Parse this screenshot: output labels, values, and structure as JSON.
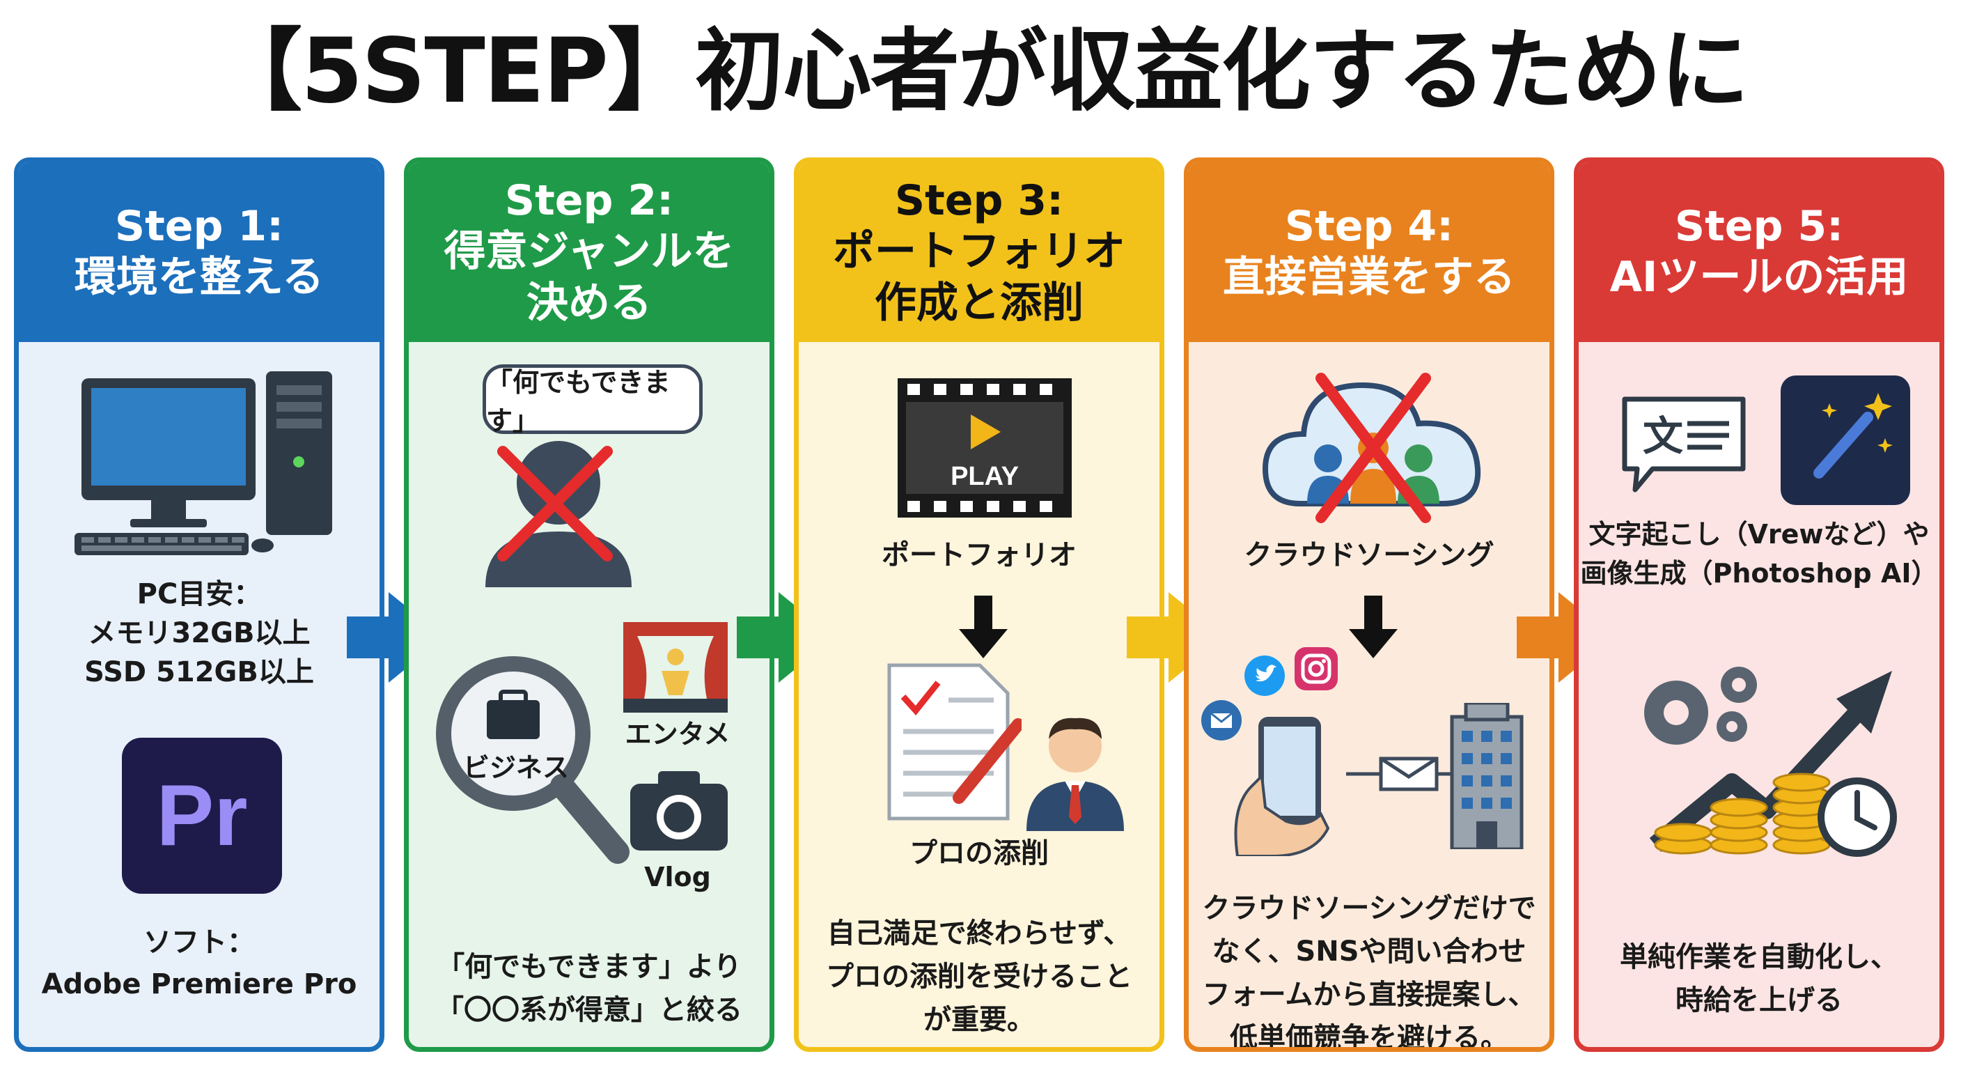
{
  "title": "【5STEP】初心者が収益化するために",
  "colors": {
    "step1": "#1c6fbb",
    "step1_bg": "#e8f0fa",
    "step2": "#1f9a48",
    "step2_bg": "#e6f4ea",
    "step3": "#f2c21b",
    "step3_bg": "#fdf5dc",
    "step4": "#e8821e",
    "step4_bg": "#fcebdc",
    "step5": "#d93a36",
    "step5_bg": "#fbe4e3"
  },
  "steps": [
    {
      "step": "Step 1:",
      "title": "環境を整える",
      "pc_spec": "PC目安：\nメモリ32GB以上\nSSD 512GB以上",
      "pr_logo": "Pr",
      "software": "ソフト：\nAdobe Premiere Pro"
    },
    {
      "step": "Step 2:",
      "title": "得意ジャンルを\n決める",
      "bubble": "「何でもできます」",
      "genre_business": "ビジネス",
      "genre_entame": "エンタメ",
      "genre_vlog": "Vlog",
      "note": "「何でもできます」より\n「〇〇系が得意」と絞る"
    },
    {
      "step": "Step 3:",
      "title": "ポートフォリオ\n作成と添削",
      "play": "PLAY",
      "portfolio": "ポートフォリオ",
      "pro_review": "プロの添削",
      "note": "自己満足で終わらせず、\nプロの添削を受けること\nが重要。"
    },
    {
      "step": "Step 4:",
      "title": "直接営業をする",
      "crowdsourcing": "クラウドソーシング",
      "note": "クラウドソーシングだけで\nなく、SNSや問い合わせ\nフォームから直接提案し、\n低単価競争を避ける。"
    },
    {
      "step": "Step 5:",
      "title": "AIツールの活用",
      "doc_icon_text": "文",
      "tools": "文字起こし（Vrewなど）や\n画像生成（Photoshop AI）",
      "note": "単純作業を自動化し、\n時給を上げる"
    }
  ]
}
